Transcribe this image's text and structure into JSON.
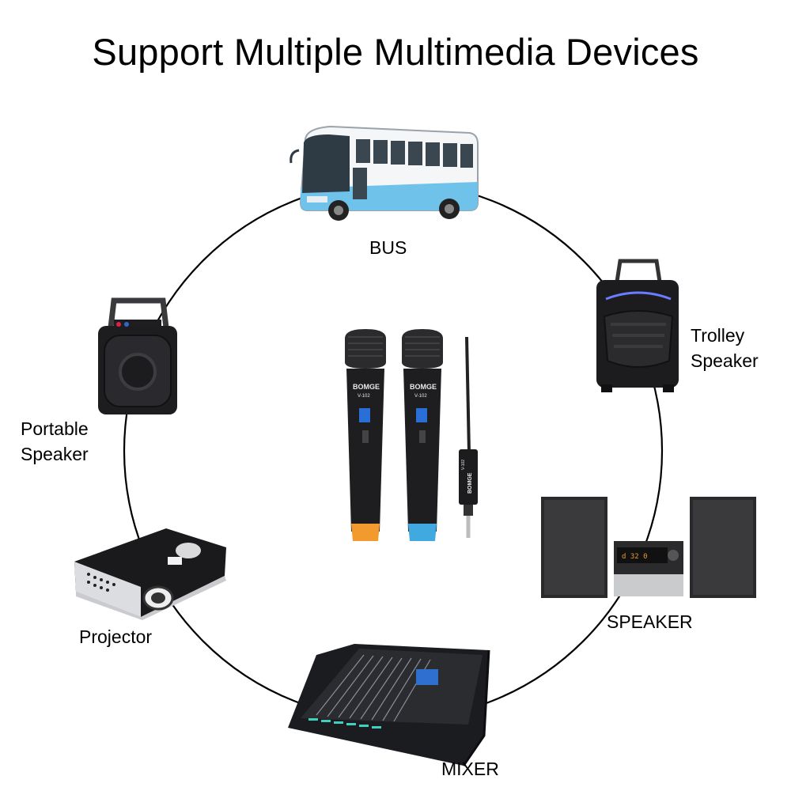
{
  "title": "Support Multiple Multimedia Devices",
  "devices": {
    "bus": {
      "label": "BUS",
      "icon": "bus-icon"
    },
    "trolley_speaker": {
      "label_line1": "Trolley",
      "label_line2": "Speaker",
      "icon": "trolley-speaker-icon"
    },
    "speaker": {
      "label": "SPEAKER",
      "icon": "speaker-system-icon"
    },
    "mixer": {
      "label": "MIXER",
      "icon": "audio-mixer-icon"
    },
    "projector": {
      "label": "Projector",
      "icon": "projector-icon"
    },
    "portable_speaker": {
      "label_line1": "Portable",
      "label_line2": "Speaker",
      "icon": "portable-speaker-icon"
    }
  },
  "product": {
    "brand": "BOMGE",
    "model": "V-102",
    "receiver_model": "V-102",
    "icon": "wireless-microphones-icon"
  },
  "colors": {
    "bus_body": "#6fc3ea",
    "mic_left_cap": "#f39a2e",
    "mic_right_cap": "#3fa9e0",
    "mic_display": "#2a6fd8"
  }
}
